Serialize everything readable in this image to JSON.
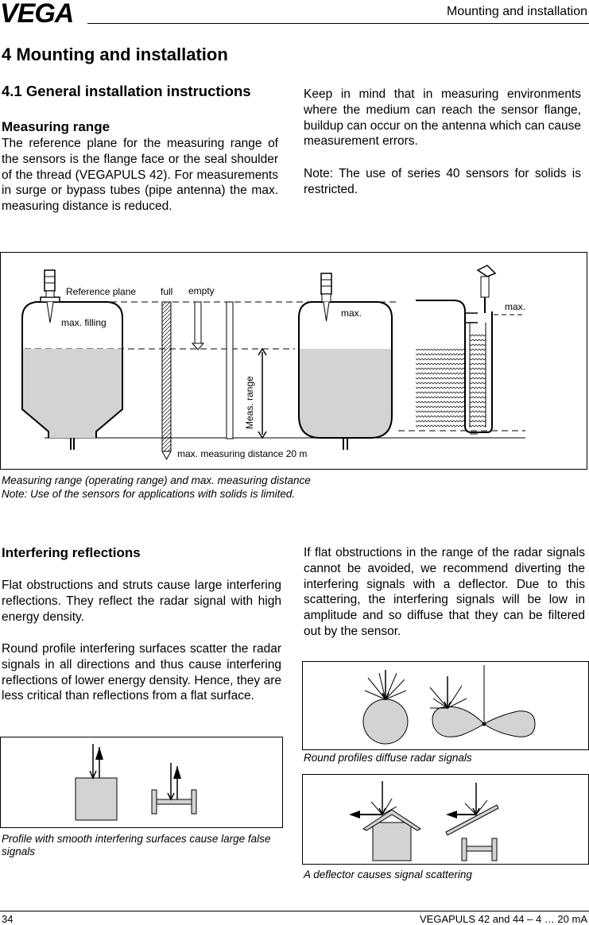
{
  "header": {
    "logo": "VEGA",
    "title": "Mounting and installation"
  },
  "chapter_title": "4  Mounting and installation",
  "section_title": "4.1  General installation instructions",
  "measuring_range": {
    "heading": "Measuring range",
    "paragraph": "The reference plane for the measuring range of the sensors is the flange face or the seal shoulder of the thread (VEGAPULS 42). For measurements in surge or bypass tubes (pipe antenna) the max. measuring distance is reduced."
  },
  "right_column": {
    "paragraph1": "Keep in mind that in measuring environments where the medium can reach the sensor flange, buildup can occur on the antenna which can cause measurement errors.",
    "paragraph2": "Note: The use of series 40 sensors for solids is restricted."
  },
  "figure1": {
    "labels": {
      "reference_plane": "Reference plane",
      "full": "full",
      "empty": "empty",
      "max_filling": "max. filling",
      "max_1": "max.",
      "max_2": "max.",
      "meas_range": "Meas. range",
      "max_distance": "max. measuring distance 20 m"
    },
    "caption_line1": "Measuring range (operating range) and max. measuring distance",
    "caption_line2": "Note: Use of the sensors for applications with solids is limited."
  },
  "interfering": {
    "heading": "Interfering reflections",
    "paragraph1": "Flat obstructions and struts cause large interfering reflections. They reflect the radar signal with high energy density.",
    "paragraph2": "Round profile interfering surfaces scatter the radar signals in all directions and thus cause interfering reflections of lower energy density. Hence, they are less critical than reflections from a flat surface.",
    "paragraph3": "If flat obstructions in the range of the radar signals cannot be avoided, we recommend diverting the interfering signals with a deflector. Due to this scattering, the interfering signals will be low in amplitude and so diffuse that they can be filtered out by the sensor."
  },
  "figure2": {
    "caption": "Profile with smooth interfering surfaces cause large false signals"
  },
  "figure3": {
    "caption": "Round profiles diffuse radar signals"
  },
  "figure4": {
    "caption": "A deflector causes signal scattering"
  },
  "footer": {
    "page": "34",
    "product": "VEGAPULS 42 and 44 – 4 … 20 mA"
  }
}
